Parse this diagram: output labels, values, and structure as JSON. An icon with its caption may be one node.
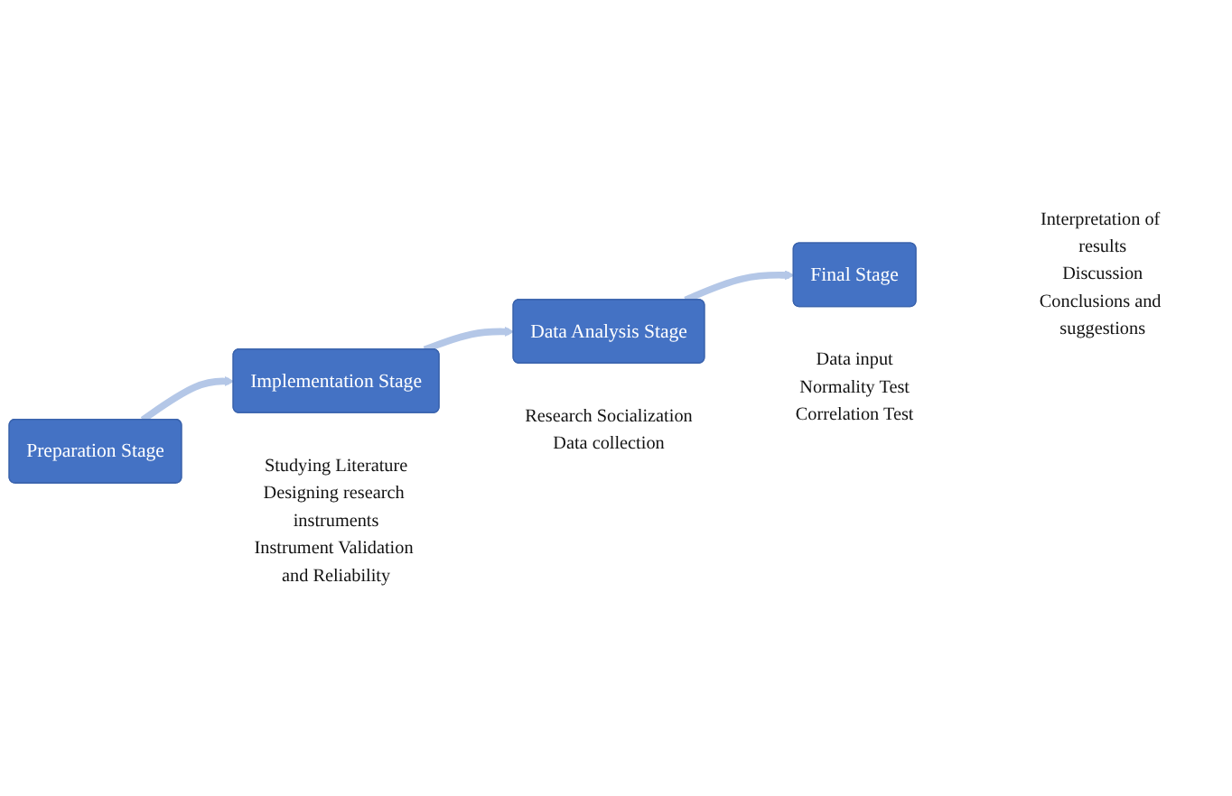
{
  "diagram": {
    "nodes": [
      {
        "text": [
          "Preparation Stage"
        ],
        "beside": [
          "Studying Literature",
          "Designing research instruments",
          "Instrument Validation and Reliability"
        ]
      },
      {
        "text": [
          "Implementation Stage"
        ],
        "beside": [
          "Research Socialization",
          "Data collection"
        ]
      },
      {
        "text": [
          "Data Analysis Stage"
        ],
        "beside": [
          "Data input",
          "Normality Test",
          "Correlation Test"
        ]
      },
      {
        "text": [
          "Final Stage"
        ],
        "beside": [
          "Interpretation of results",
          "Discussion",
          "Conclusions and suggestions"
        ]
      }
    ],
    "edges": [
      {
        "from": 0,
        "to": 1,
        "arrow": "to"
      },
      {
        "from": 1,
        "to": 2,
        "arrow": "to"
      },
      {
        "from": 2,
        "to": 3,
        "arrow": "to"
      }
    ]
  }
}
